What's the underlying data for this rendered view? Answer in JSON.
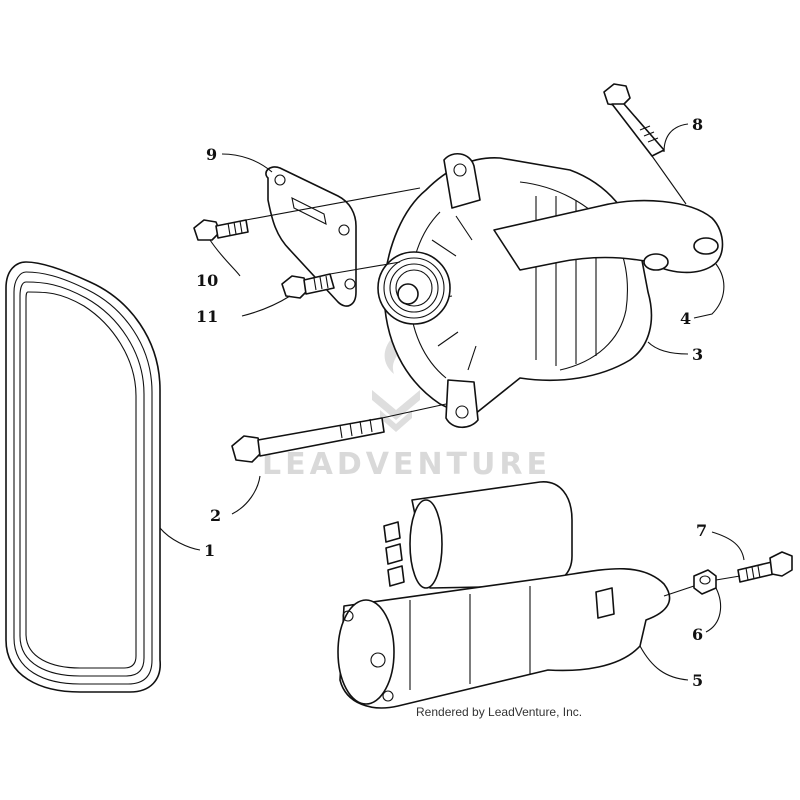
{
  "callouts": {
    "c1": "1",
    "c2": "2",
    "c3": "3",
    "c4": "4",
    "c5": "5",
    "c6": "6",
    "c7": "7",
    "c8": "8",
    "c9": "9",
    "c10": "10",
    "c11": "11"
  },
  "watermark": "LEADVENTURE",
  "watermark_logo_icon": "flame-chevron-logo-icon",
  "credit": "Rendered by LeadVenture, Inc.",
  "colors": {
    "line": "#111111",
    "watermark": "#d9d9d9",
    "background": "#ffffff"
  }
}
